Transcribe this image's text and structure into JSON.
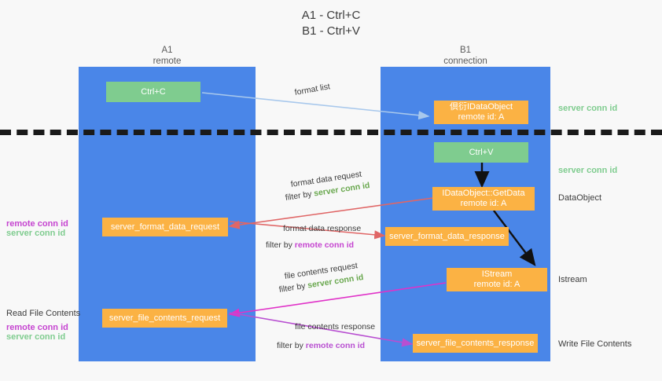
{
  "title": {
    "line1": "A1 - Ctrl+C",
    "line2": "B1 - Ctrl+V"
  },
  "lanes": {
    "a": {
      "name": "A1",
      "subtitle": "remote"
    },
    "b": {
      "name": "B1",
      "subtitle": "connection"
    }
  },
  "boxes": {
    "ctrl_c": {
      "label": "Ctrl+C"
    },
    "remote_idataobject": {
      "line1": "倶衍IDataObject",
      "line2": "remote id: A"
    },
    "ctrl_v": {
      "label": "Ctrl+V"
    },
    "getdata": {
      "line1": "IDataObject::GetData",
      "line2": "remote id: A"
    },
    "server_format_data_request": {
      "label": "server_format_data_request"
    },
    "server_format_data_response": {
      "label": "server_format_data_response"
    },
    "istream": {
      "line1": "IStream",
      "line2": "remote id: A"
    },
    "server_file_contents_request": {
      "label": "server_file_contents_request"
    },
    "server_file_contents_response": {
      "label": "server_file_contents_response"
    }
  },
  "arrows": {
    "format_list": {
      "label": "format list"
    },
    "format_data_request": {
      "label": "format data request",
      "filter_prefix": "filter by ",
      "filter_value": "server conn id"
    },
    "format_data_response": {
      "label": "format data response",
      "filter_prefix": "filter by ",
      "filter_value": "remote conn id"
    },
    "file_contents_request": {
      "label": "file contents request",
      "filter_prefix": "filter by ",
      "filter_value": "server conn id"
    },
    "file_contents_response": {
      "label": "file contents response",
      "filter_prefix": "filter by ",
      "filter_value": "remote conn id"
    }
  },
  "right_labels": {
    "server_conn_id_top": "server conn id",
    "server_conn_id_mid": "server conn id",
    "dataobject": "DataObject",
    "istream": "Istream",
    "write_file_contents": "Write File Contents"
  },
  "left_labels": {
    "remote_conn_id_1": "remote conn id",
    "server_conn_id_1": "server conn id",
    "read_file_contents": "Read File Contents",
    "remote_conn_id_2": "remote conn id",
    "server_conn_id_2": "server conn id"
  },
  "colors": {
    "lane": "#4a86e8",
    "green_box": "#7fcc8f",
    "orange_box": "#fbb244",
    "server_conn_id": "#6aa84f",
    "remote_conn_id": "#c544d0",
    "background": "#f8f8f8",
    "arrow_blue": "#a8c8ec",
    "arrow_red": "#e06666",
    "arrow_magenta": "#e032c8",
    "arrow_purple": "#b84fd1",
    "arrow_black": "#111111"
  }
}
